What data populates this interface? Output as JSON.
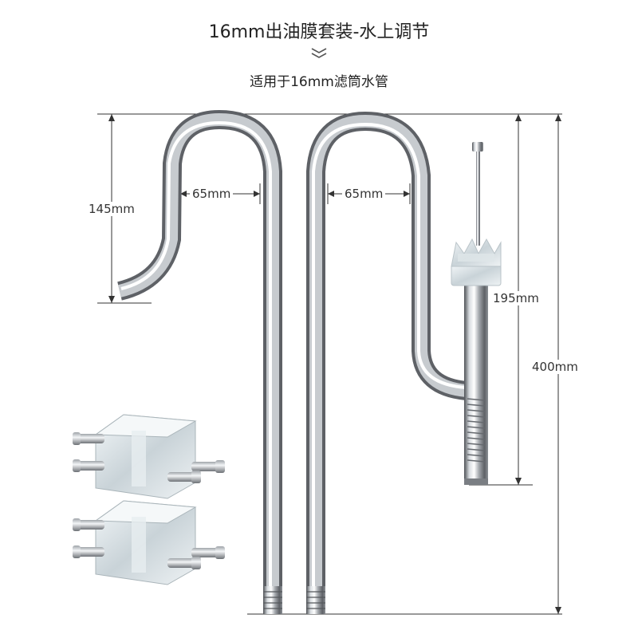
{
  "header": {
    "title": "16mm出油膜套装-水上调节",
    "subtitle": "适用于16mm滤筒水管"
  },
  "dimensions": {
    "left_pipe_height": "145mm",
    "left_pipe_width": "65mm",
    "right_pipe_width": "65mm",
    "skimmer_height": "195mm",
    "total_height": "400mm"
  },
  "icons": [
    "double-chevron-down-icon"
  ],
  "colors": {
    "text": "#222222",
    "dimension_line": "#333333",
    "steel_dark": "#5e6166",
    "steel_light": "#f4f6f8"
  }
}
